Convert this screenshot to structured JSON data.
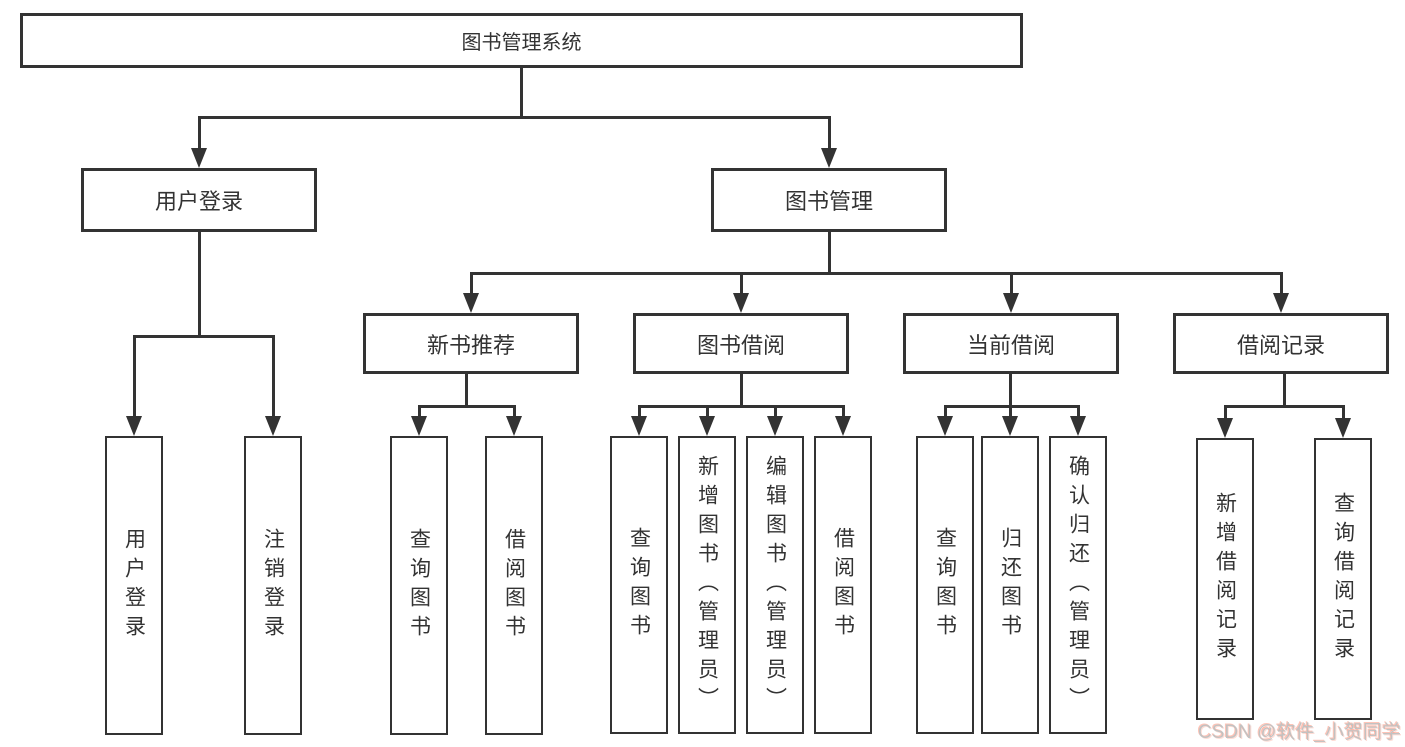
{
  "diagram": {
    "root": "图书管理系统",
    "level2": [
      "用户登录",
      "图书管理"
    ],
    "level3": [
      "新书推荐",
      "图书借阅",
      "当前借阅",
      "借阅记录"
    ],
    "login_children": [
      "用户登录",
      "注销登录"
    ],
    "recommend_children": [
      "查询图书",
      "借阅图书"
    ],
    "borrow_children": [
      "查询图书",
      "新增图书（管理员）",
      "编辑图书（管理员）",
      "借阅图书"
    ],
    "current_children": [
      "查询图书",
      "归还图书",
      "确认归还（管理员）"
    ],
    "records_children": [
      "新增借阅记录",
      "查询借阅记录"
    ]
  },
  "watermark": "CSDN @软件_小贺同学",
  "colors": {
    "line": "#333333",
    "text": "#333333",
    "background": "#ffffff",
    "watermark": "#c2c2c2",
    "watermark_accent": "#fc5531"
  }
}
